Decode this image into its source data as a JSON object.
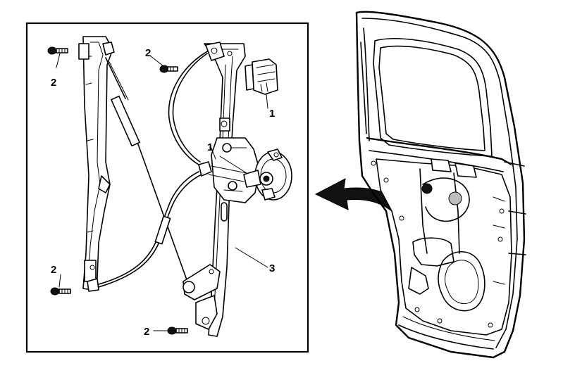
{
  "callouts": {
    "c1_upper": "1",
    "c1_middle": "1",
    "c2_top_left": "2",
    "c2_top_mid": "2",
    "c2_bottom_left": "2",
    "c2_bottom_mid": "2",
    "c3": "3"
  },
  "icons": {
    "arrow": "curved-arrow-icon",
    "bolt": "bolt-icon",
    "motor": "motor-icon",
    "connector": "connector-icon"
  },
  "colors": {
    "ink": "#000000",
    "paper": "#ffffff"
  }
}
